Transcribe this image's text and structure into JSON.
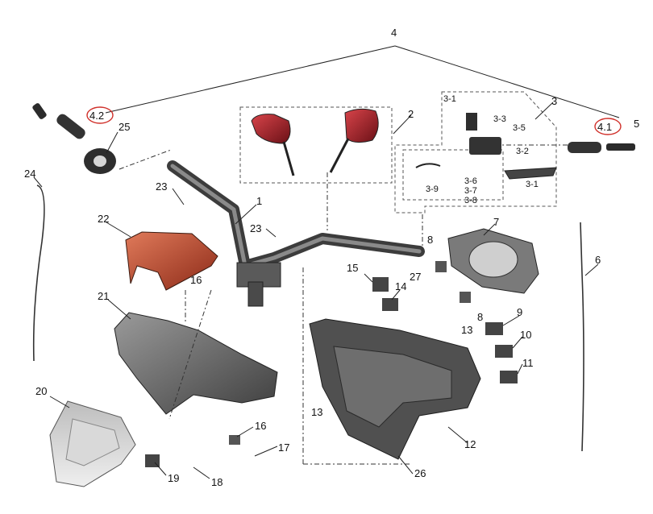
{
  "labels": {
    "l1": "1",
    "l2": "2",
    "l3": "3",
    "l4": "4",
    "l4_1": "4.1",
    "l4_2": "4.2",
    "l5": "5",
    "l6": "6",
    "l7": "7",
    "l8a": "8",
    "l8b": "8",
    "l9": "9",
    "l10": "10",
    "l11": "11",
    "l12": "12",
    "l13a": "13",
    "l13b": "13",
    "l14": "14",
    "l15": "15",
    "l16a": "16",
    "l16b": "16",
    "l17": "17",
    "l18": "18",
    "l19": "19",
    "l20": "20",
    "l21": "21",
    "l22": "22",
    "l23a": "23",
    "l23b": "23",
    "l24": "24",
    "l25": "25",
    "l26": "26",
    "l27": "27",
    "l3_1a": "3-1",
    "l3_1b": "3-1",
    "l3_2": "3-2",
    "l3_3": "3-3",
    "l3_5": "3-5",
    "l3_6": "3-6",
    "l3_7": "3-7",
    "l3_8": "3-8",
    "l3_9": "3-9"
  },
  "colors": {
    "mirror_red": "#b8262e",
    "fairing_red": "#c8553a",
    "frame_gray": "#6e6e6e",
    "highlight_circle": "#d0302a"
  }
}
